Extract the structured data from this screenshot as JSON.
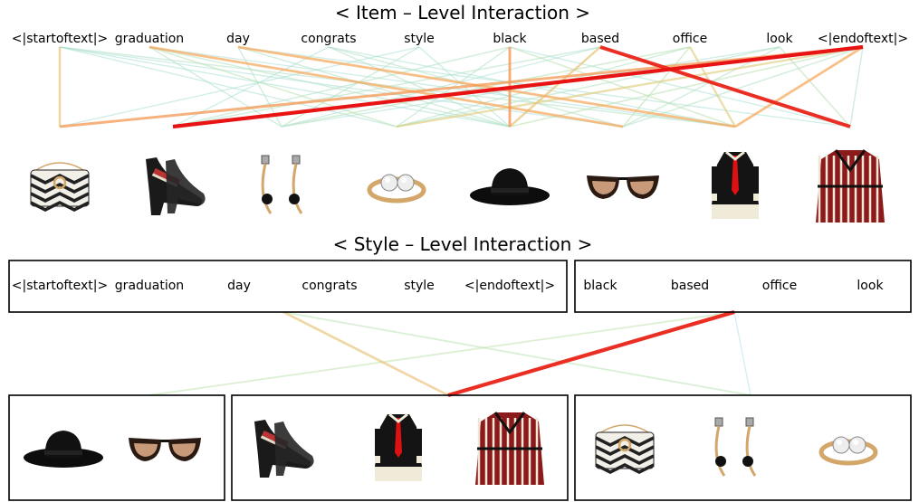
{
  "item_section": {
    "title": "< Item – Level Interaction >",
    "tokens": [
      "<|startoftext|>",
      "graduation",
      "day",
      "congrats",
      "style",
      "black",
      "based",
      "office",
      "look",
      "<|endoftext|>"
    ],
    "items": [
      {
        "icon": "handbag-icon"
      },
      {
        "icon": "pumps-icon"
      },
      {
        "icon": "earrings-icon"
      },
      {
        "icon": "ring-icon"
      },
      {
        "icon": "hat-icon"
      },
      {
        "icon": "sunglasses-icon"
      },
      {
        "icon": "dress-icon"
      },
      {
        "icon": "coat-icon"
      }
    ],
    "links": [
      {
        "from": 0,
        "to": 0,
        "w": 0.45
      },
      {
        "from": 0,
        "to": 4,
        "w": 0.1
      },
      {
        "from": 0,
        "to": 5,
        "w": 0.1
      },
      {
        "from": 0,
        "to": 6,
        "w": 0.15
      },
      {
        "from": 0,
        "to": 3,
        "w": 0.1
      },
      {
        "from": 1,
        "to": 5,
        "w": 0.55
      },
      {
        "from": 1,
        "to": 4,
        "w": 0.15
      },
      {
        "from": 1,
        "to": 3,
        "w": 0.2
      },
      {
        "from": 1,
        "to": 2,
        "w": 0.15
      },
      {
        "from": 1,
        "to": 6,
        "w": 0.1
      },
      {
        "from": 2,
        "to": 6,
        "w": 0.55
      },
      {
        "from": 2,
        "to": 2,
        "w": 0.15
      },
      {
        "from": 2,
        "to": 4,
        "w": 0.15
      },
      {
        "from": 2,
        "to": 7,
        "w": 0.1
      },
      {
        "from": 3,
        "to": 1,
        "w": 0.1
      },
      {
        "from": 3,
        "to": 4,
        "w": 0.15
      },
      {
        "from": 3,
        "to": 5,
        "w": 0.15
      },
      {
        "from": 3,
        "to": 6,
        "w": 0.1
      },
      {
        "from": 4,
        "to": 4,
        "w": 0.1
      },
      {
        "from": 4,
        "to": 2,
        "w": 0.15
      },
      {
        "from": 4,
        "to": 0,
        "w": 0.1
      },
      {
        "from": 5,
        "to": 4,
        "w": 0.62
      },
      {
        "from": 5,
        "to": 1,
        "w": 0.15
      },
      {
        "from": 5,
        "to": 3,
        "w": 0.15
      },
      {
        "from": 5,
        "to": 6,
        "w": 0.2
      },
      {
        "from": 5,
        "to": 7,
        "w": 0.1
      },
      {
        "from": 6,
        "to": 4,
        "w": 0.45
      },
      {
        "from": 6,
        "to": 7,
        "w": 0.95
      },
      {
        "from": 6,
        "to": 1,
        "w": 0.15
      },
      {
        "from": 6,
        "to": 2,
        "w": 0.1
      },
      {
        "from": 7,
        "to": 6,
        "w": 0.4
      },
      {
        "from": 7,
        "to": 2,
        "w": 0.2
      },
      {
        "from": 7,
        "to": 5,
        "w": 0.2
      },
      {
        "from": 7,
        "to": 3,
        "w": 0.15
      },
      {
        "from": 8,
        "to": 7,
        "w": 0.2
      },
      {
        "from": 8,
        "to": 3,
        "w": 0.15
      },
      {
        "from": 8,
        "to": 5,
        "w": 0.15
      },
      {
        "from": 8,
        "to": 2,
        "w": 0.1
      },
      {
        "from": 9,
        "to": 1,
        "w": 1.0
      },
      {
        "from": 9,
        "to": 0,
        "w": 0.6
      },
      {
        "from": 9,
        "to": 6,
        "w": 0.55
      },
      {
        "from": 9,
        "to": 3,
        "w": 0.4
      },
      {
        "from": 9,
        "to": 7,
        "w": 0.15
      },
      {
        "from": 9,
        "to": 4,
        "w": 0.2
      },
      {
        "from": 9,
        "to": 5,
        "w": 0.15
      }
    ]
  },
  "style_section": {
    "title": "< Style – Level Interaction >",
    "text_groups": [
      {
        "tokens": [
          "<|startoftext|>",
          "graduation",
          "day",
          "congrats",
          "style",
          "<|endoftext|>"
        ]
      },
      {
        "tokens": [
          "black",
          "based",
          "office",
          "look"
        ]
      }
    ],
    "item_groups": [
      {
        "icons": [
          "hat-icon",
          "sunglasses-icon"
        ]
      },
      {
        "icons": [
          "pumps-icon",
          "dress-icon",
          "coat-icon"
        ]
      },
      {
        "icons": [
          "handbag-icon",
          "earrings-icon",
          "ring-icon"
        ]
      }
    ],
    "links": [
      {
        "from": 0,
        "to": 1,
        "w": 0.45
      },
      {
        "from": 0,
        "to": 2,
        "w": 0.2
      },
      {
        "from": 1,
        "to": 1,
        "w": 0.95
      },
      {
        "from": 1,
        "to": 0,
        "w": 0.22
      },
      {
        "from": 1,
        "to": 2,
        "w": 0.03
      }
    ]
  }
}
